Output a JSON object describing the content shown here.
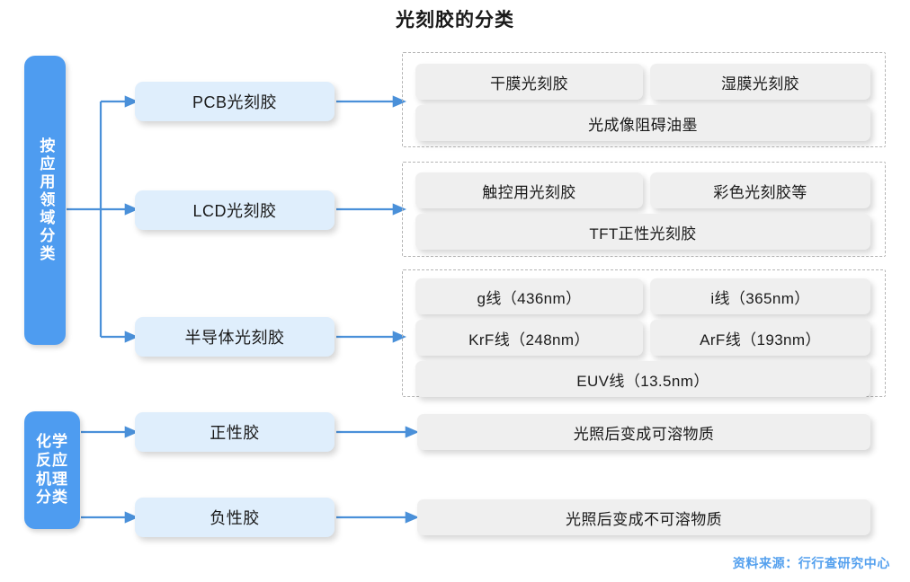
{
  "title": "光刻胶的分类",
  "colors": {
    "category_blue": "#4e9cf0",
    "midbox_blue": "#dfeefc",
    "leafbox_gray": "#efefef",
    "arrow_blue": "#4a90d9",
    "footer_blue": "#54a0ee",
    "frame_dashed_gray": "#b6b6b6",
    "background": "#ffffff"
  },
  "categories": [
    {
      "id": "application",
      "label": "按应用领域分类"
    },
    {
      "id": "chemical",
      "label": "化学反应机理分类"
    }
  ],
  "branches": [
    {
      "id": "pcb",
      "label": "PCB光刻胶",
      "leaves": [
        {
          "label": "干膜光刻胶"
        },
        {
          "label": "湿膜光刻胶"
        },
        {
          "label": "光成像阻碍油墨"
        }
      ]
    },
    {
      "id": "lcd",
      "label": "LCD光刻胶",
      "leaves": [
        {
          "label": "触控用光刻胶"
        },
        {
          "label": "彩色光刻胶等"
        },
        {
          "label": "TFT正性光刻胶"
        }
      ]
    },
    {
      "id": "semiconductor",
      "label": "半导体光刻胶",
      "leaves": [
        {
          "label": "g线（436nm）"
        },
        {
          "label": "i线（365nm）"
        },
        {
          "label": "KrF线（248nm）"
        },
        {
          "label": "ArF线（193nm）"
        },
        {
          "label": "EUV线（13.5nm）"
        }
      ]
    },
    {
      "id": "positive",
      "label": "正性胶",
      "leaves": [
        {
          "label": "光照后变成可溶物质"
        }
      ]
    },
    {
      "id": "negative",
      "label": "负性胶",
      "leaves": [
        {
          "label": "光照后变成不可溶物质"
        }
      ]
    }
  ],
  "footer": {
    "source": "资料来源：行行查研究中心"
  }
}
